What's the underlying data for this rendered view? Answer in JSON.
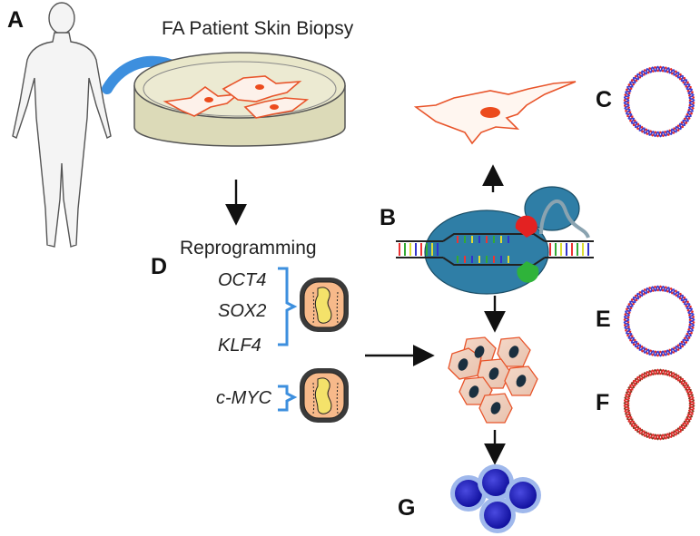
{
  "labels": {
    "panel_a": "A",
    "panel_b": "B",
    "panel_c": "C",
    "panel_d": "D",
    "panel_e": "E",
    "panel_f": "F",
    "panel_g": "G",
    "title": "FA Patient Skin Biopsy",
    "reprogramming": "Reprogramming"
  },
  "genes": [
    "OCT4",
    "SOX2",
    "KLF4",
    "c-MYC"
  ],
  "colors": {
    "fibroblast": "#e8542a",
    "fibroblast_nucleus": "#ec4b1d",
    "dish_fill": "#e4e2c6",
    "arrow_blue": "#3d8fde",
    "cas9_body": "#2f7ea6",
    "guide_red": "#e32222",
    "guide_green": "#2fb33a",
    "bracket_blue": "#3d8fde",
    "ips_nucleus": "#1a2f3f",
    "blood_cell": "#1a1ab8",
    "plasmid_red": "#e02b2b",
    "plasmid_blue": "#3c3ccf",
    "plasmid_brown": "#8a3b20"
  },
  "icons": [
    "human-silhouette-icon",
    "petri-dish-icon",
    "fibroblast-icon",
    "crispr-cas9-icon",
    "viral-vector-icon",
    "ips-colony-icon",
    "blood-cells-icon",
    "plasmid-icon"
  ]
}
